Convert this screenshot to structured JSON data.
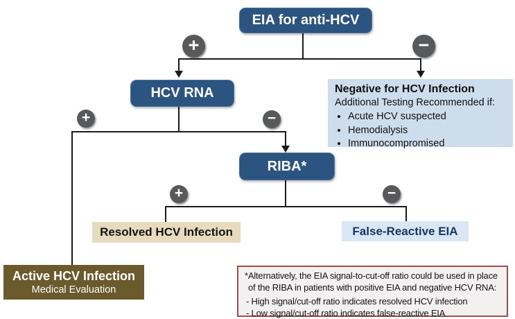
{
  "colors": {
    "node_blue": "#2B5480",
    "negative_bg": "#CDDDEC",
    "false_reactive_bg": "#D9E6F3",
    "false_reactive_text": "#17365D",
    "resolved_bg": "#E7DABD",
    "active_bg": "#6A5A2C",
    "note_bg": "#F2F0F0",
    "note_border": "#9E4C4C",
    "sign_circle_gray": "#58595B",
    "line": "#1A1A1A"
  },
  "signs": {
    "plus": "+",
    "minus": "−"
  },
  "nodes": {
    "eia": {
      "label": "EIA for anti-HCV"
    },
    "hcv_rna": {
      "label": "HCV RNA"
    },
    "riba": {
      "label": "RIBA*"
    },
    "negative": {
      "title": "Negative for HCV Infection",
      "subtitle": "Additional Testing Recommended if:",
      "bullets": [
        "Acute HCV suspected",
        "Hemodialysis",
        "Immunocompromised"
      ]
    },
    "resolved": {
      "label": "Resolved HCV Infection"
    },
    "false_reactive": {
      "label": "False-Reactive EIA"
    },
    "active": {
      "title": "Active HCV Infection",
      "subtitle": "Medical Evaluation"
    }
  },
  "footnote": {
    "paragraph": "*Alternatively, the EIA signal-to-cut-off ratio could be used in place of the RIBA in patients with positive EIA and negative HCV RNA:",
    "items": [
      "- High signal/cut-off ratio indicates resolved HCV infection",
      "- Low signal/cut-off ratio indicates false-reactive EIA"
    ]
  },
  "edges": [
    {
      "from": "EIA for anti-HCV",
      "sign": "+",
      "to": "HCV RNA"
    },
    {
      "from": "EIA for anti-HCV",
      "sign": "−",
      "to": "Negative for HCV Infection"
    },
    {
      "from": "HCV RNA",
      "sign": "+",
      "to": "Active HCV Infection"
    },
    {
      "from": "HCV RNA",
      "sign": "−",
      "to": "RIBA*"
    },
    {
      "from": "RIBA*",
      "sign": "+",
      "to": "Resolved HCV Infection"
    },
    {
      "from": "RIBA*",
      "sign": "−",
      "to": "False-Reactive EIA"
    }
  ]
}
